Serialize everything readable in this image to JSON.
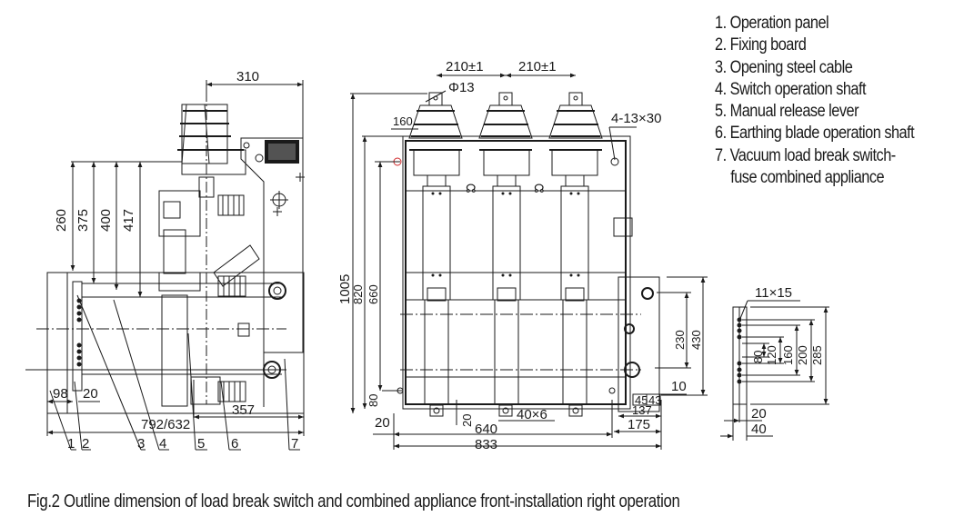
{
  "legend": {
    "items": [
      {
        "num": "1.",
        "label": "Operation panel"
      },
      {
        "num": "2.",
        "label": "Fixing board"
      },
      {
        "num": "3.",
        "label": "Opening steel cable"
      },
      {
        "num": "4.",
        "label": "Switch operation shaft"
      },
      {
        "num": "5.",
        "label": "Manual release lever"
      },
      {
        "num": "6.",
        "label": "Earthing blade operation shaft"
      },
      {
        "num": "7.",
        "label": "Vacuum load break switch-"
      }
    ],
    "continuation": "fuse combined appliance"
  },
  "side_view": {
    "dims": {
      "top_width": "310",
      "h1": "260",
      "h2": "375",
      "h3": "400",
      "h4": "417",
      "w98": "98",
      "w20": "20",
      "w357": "357",
      "w_total": "792/632"
    },
    "callouts": [
      "1",
      "2",
      "3",
      "4",
      "5",
      "6",
      "7"
    ]
  },
  "front_view": {
    "dims": {
      "pitch1": "210±1",
      "pitch2": "210±1",
      "hole": "Φ13",
      "d160": "160",
      "slot": "4-13×30",
      "h1005": "1005",
      "h820": "820",
      "h660": "660",
      "h80": "80",
      "d20_left": "20",
      "d20_bottom": "20",
      "w640": "640",
      "slot2": "40×6",
      "w833": "833",
      "w175": "175",
      "w137": "137",
      "w45": "45",
      "w43": "43",
      "h230": "230",
      "h430": "430",
      "d10": "10"
    }
  },
  "board_view": {
    "dims": {
      "hole": "11×15",
      "d80": "80",
      "d120": "120",
      "d160": "160",
      "d200": "200",
      "d285": "285",
      "w20": "20",
      "w40": "40"
    }
  },
  "caption": "Fig.2 Outline dimension of load break switch and combined appliance front-installation right operation"
}
